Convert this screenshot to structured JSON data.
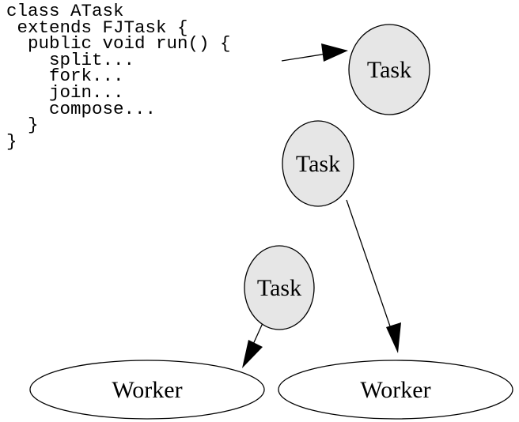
{
  "code": {
    "lines": [
      "class ATask",
      " extends FJTask {",
      "  public void run() {",
      "    split...",
      "    fork...",
      "    join...",
      "    compose...",
      "  }",
      "}"
    ]
  },
  "nodes": {
    "task_top": "Task",
    "task_middle": "Task",
    "task_bottom": "Task",
    "worker_left": "Worker",
    "worker_right": "Worker"
  },
  "colors": {
    "task_fill": "#e6e6e6",
    "worker_fill": "#ffffff",
    "stroke": "#000000"
  }
}
